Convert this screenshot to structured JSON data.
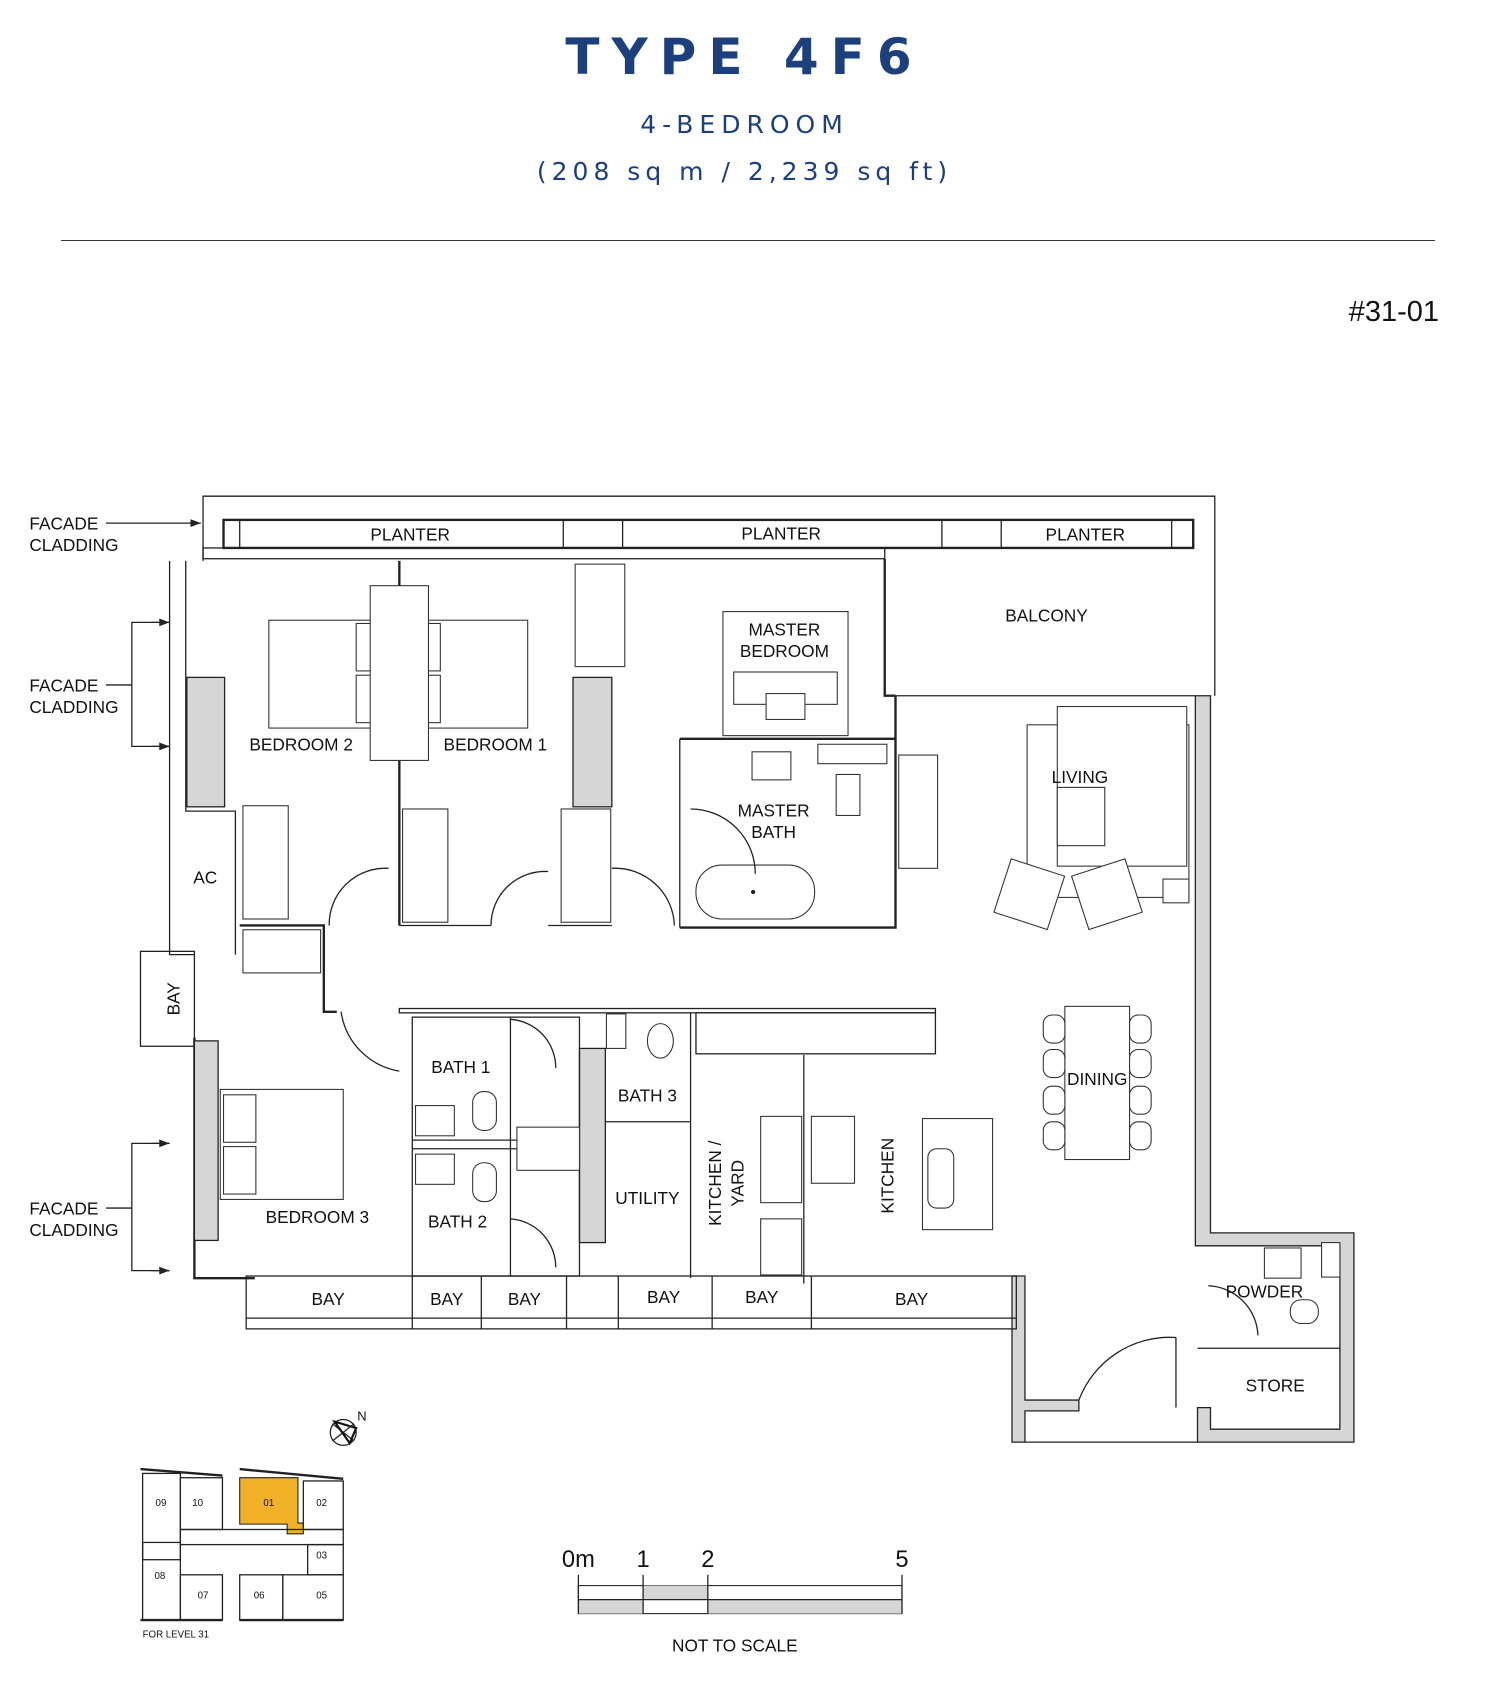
{
  "header": {
    "title": "TYPE 4F6",
    "subtitle": "4-BEDROOM",
    "area": "(208 sq m / 2,239 sq ft)",
    "unit_number": "#31-01"
  },
  "plan": {
    "facade_labels": [
      {
        "line1": "FACADE",
        "line2": "CLADDING"
      },
      {
        "line1": "FACADE",
        "line2": "CLADDING"
      },
      {
        "line1": "FACADE",
        "line2": "CLADDING"
      }
    ],
    "planters": [
      "PLANTER",
      "PLANTER",
      "PLANTER"
    ],
    "rooms": {
      "balcony": "BALCONY",
      "master_bedroom_1": "MASTER",
      "master_bedroom_2": "BEDROOM",
      "bedroom2": "BEDROOM 2",
      "bedroom1": "BEDROOM 1",
      "master_bath_1": "MASTER",
      "master_bath_2": "BATH",
      "living": "LIVING",
      "ac": "AC",
      "bay_side": "BAY",
      "dining": "DINING",
      "bath1": "BATH 1",
      "bath2": "BATH 2",
      "bath3": "BATH 3",
      "utility": "UTILITY",
      "kitchen_yard_1": "KITCHEN /",
      "kitchen_yard_2": "YARD",
      "kitchen": "KITCHEN",
      "bedroom3": "BEDROOM 3",
      "powder": "POWDER",
      "store": "STORE"
    },
    "bays": [
      "BAY",
      "BAY",
      "BAY",
      "BAY",
      "BAY",
      "BAY"
    ],
    "north_label": "N"
  },
  "key_plan": {
    "units": [
      "09",
      "10",
      "01",
      "02",
      "03",
      "08",
      "07",
      "06",
      "05"
    ],
    "highlighted_unit": "01",
    "highlight_color": "#f0b128",
    "caption": "FOR LEVEL 31"
  },
  "scale_bar": {
    "ticks": [
      "0m",
      "1",
      "2",
      "5"
    ],
    "note": "NOT TO SCALE"
  },
  "colors": {
    "title": "#1c3f7e",
    "wall_fill": "#d6d6d6"
  }
}
